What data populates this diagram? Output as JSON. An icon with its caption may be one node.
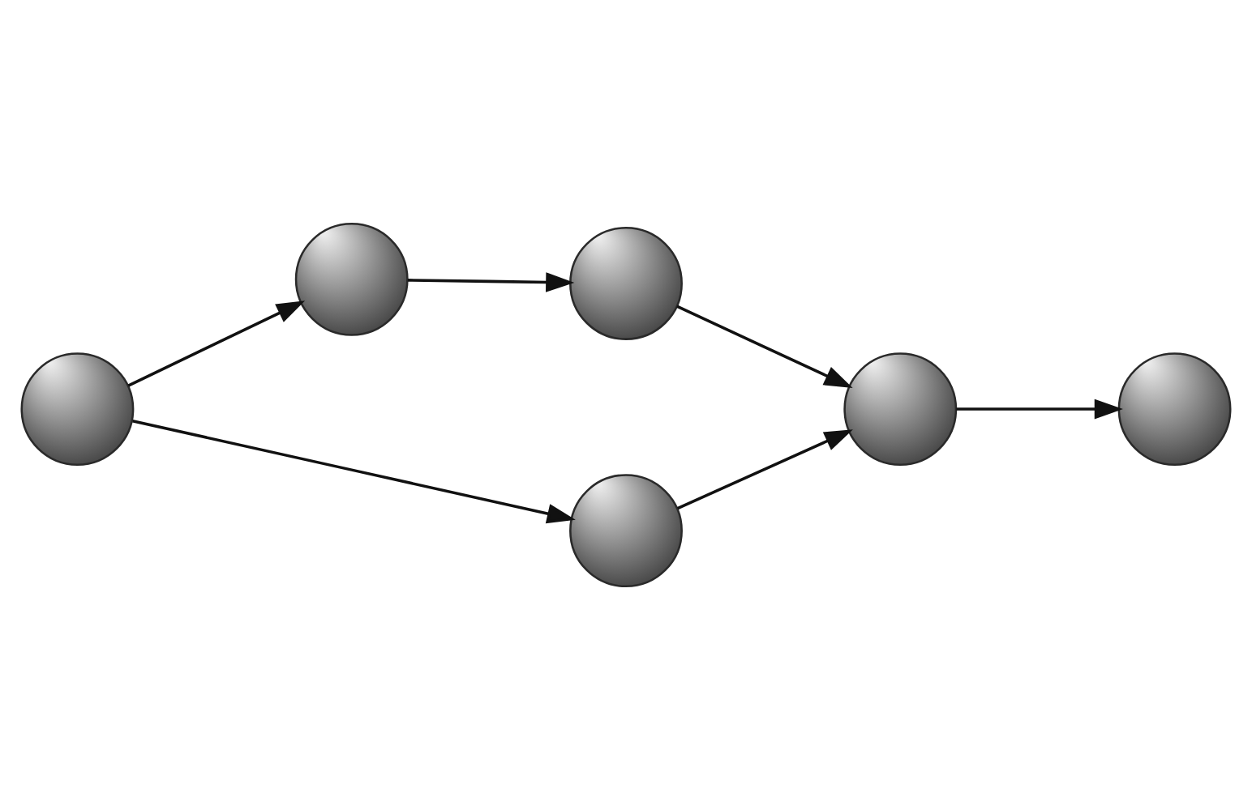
{
  "diagram": {
    "nodes": [
      {
        "text": [],
        "shape": "circle"
      },
      {
        "text": [],
        "shape": "circle"
      },
      {
        "text": [],
        "shape": "circle"
      },
      {
        "text": [],
        "shape": "circle"
      },
      {
        "text": [],
        "shape": "circle"
      },
      {
        "text": [],
        "shape": "circle"
      }
    ],
    "edges": [
      {
        "from": 0,
        "to": 2,
        "arrow": "to"
      },
      {
        "from": 0,
        "to": 1,
        "arrow": "to"
      },
      {
        "from": 2,
        "to": 4,
        "arrow": "to"
      },
      {
        "from": 1,
        "to": 3,
        "arrow": "to"
      },
      {
        "from": 3,
        "to": 4,
        "arrow": "to"
      },
      {
        "from": 4,
        "to": 5,
        "arrow": "to"
      }
    ]
  }
}
